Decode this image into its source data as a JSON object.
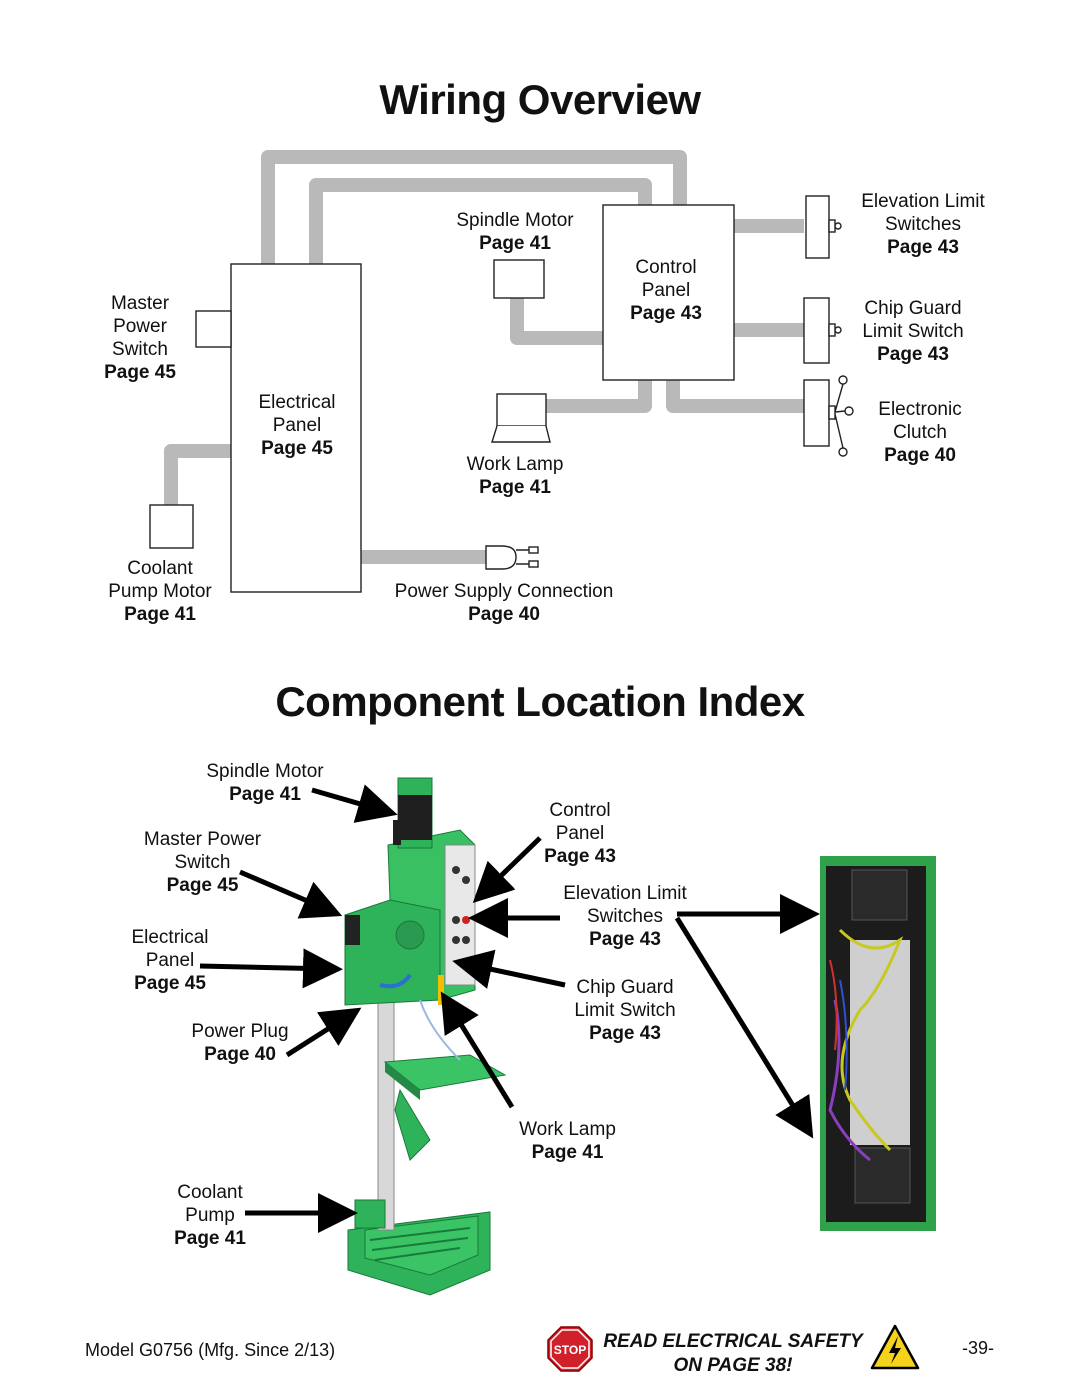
{
  "titles": {
    "wiring": "Wiring Overview",
    "index": "Component Location Index"
  },
  "wiring": {
    "spindle_motor": {
      "name": "Spindle Motor",
      "page": "Page 41"
    },
    "control_panel": {
      "l1": "Control",
      "l2": "Panel",
      "page": "Page 43"
    },
    "elevation": {
      "l1": "Elevation Limit",
      "l2": "Switches",
      "page": "Page 43"
    },
    "chip_guard": {
      "l1": "Chip Guard",
      "l2": "Limit Switch",
      "page": "Page 43"
    },
    "clutch": {
      "l1": "Electronic",
      "l2": "Clutch",
      "page": "Page 40"
    },
    "master": {
      "l1": "Master",
      "l2": "Power",
      "l3": "Switch",
      "page": "Page 45"
    },
    "electrical": {
      "l1": "Electrical",
      "l2": "Panel",
      "page": "Page 45"
    },
    "work_lamp": {
      "name": "Work Lamp",
      "page": "Page 41"
    },
    "coolant": {
      "l1": "Coolant",
      "l2": "Pump Motor",
      "page": "Page 41"
    },
    "power_supply": {
      "name": "Power Supply Connection",
      "page": "Page 40"
    }
  },
  "index": {
    "spindle_motor": {
      "name": "Spindle Motor",
      "page": "Page 41"
    },
    "master": {
      "l1": "Master Power",
      "l2": "Switch",
      "page": "Page 45"
    },
    "electrical": {
      "l1": "Electrical",
      "l2": "Panel",
      "page": "Page 45"
    },
    "power_plug": {
      "name": "Power Plug",
      "page": "Page 40"
    },
    "coolant": {
      "l1": "Coolant",
      "l2": "Pump",
      "page": "Page 41"
    },
    "control_panel": {
      "l1": "Control",
      "l2": "Panel",
      "page": "Page 43"
    },
    "elevation": {
      "l1": "Elevation Limit",
      "l2": "Switches",
      "page": "Page 43"
    },
    "chip_guard": {
      "l1": "Chip Guard",
      "l2": "Limit Switch",
      "page": "Page 43"
    },
    "work_lamp": {
      "name": "Work Lamp",
      "page": "Page 41"
    }
  },
  "footer": {
    "model": "Model G0756 (Mfg. Since 2/13)",
    "stop": "STOP",
    "warning_l1": "READ ELECTRICAL SAFETY",
    "warning_l2": "ON PAGE 38!",
    "page_number": "-39-"
  },
  "colors": {
    "conduit": "#b9b9b9",
    "machine_green": "#2fb35a",
    "stop_red": "#d0202a",
    "warning_yellow": "#f6d21b"
  }
}
